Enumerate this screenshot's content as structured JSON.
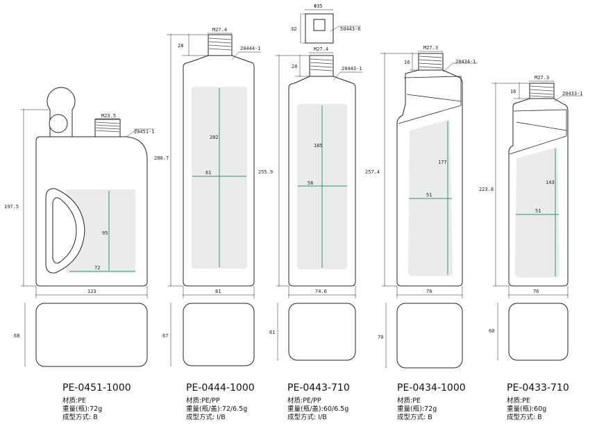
{
  "products": [
    {
      "code": "PE-0451-1000",
      "material": "材质:PE",
      "weight": "重量(瓶):72g",
      "method": "成型方式: B",
      "part": "20451-1",
      "neck": "M23.5",
      "dims": {
        "height": "197.5",
        "width": "123",
        "depth": "68",
        "label_h": "95",
        "label_w": "72"
      }
    },
    {
      "code": "PE-0444-1000",
      "material": "材质:PE/PP",
      "weight": "重量(瓶/盖):72/6.5g",
      "method": "成型方式: I/B",
      "part": "20444-1",
      "neck": "M27.4",
      "dims": {
        "neck_h": "28",
        "height": "280.7",
        "width": "81",
        "depth": "67",
        "label_h": "202",
        "label_w": "61"
      }
    },
    {
      "code": "PE-0443-710",
      "material": "材质:PE/PP",
      "weight": "重量(瓶/盖):60/6.5g",
      "method": "成型方式: I/B",
      "part": "20443-1",
      "neck": "M27.4",
      "cap": {
        "dia": "Φ35",
        "height": "32",
        "part": "50443-6"
      },
      "dims": {
        "neck_h": "28",
        "height": "255.9",
        "width": "74.6",
        "depth": "61",
        "label_h": "185",
        "label_w": "56"
      }
    },
    {
      "code": "PE-0434-1000",
      "material": "材质:PE",
      "weight": "重量(瓶):72g",
      "method": "成型方式: B",
      "part": "20434-1",
      "neck": "M27.3",
      "dims": {
        "neck_h": "16",
        "height": "257.4",
        "width": "76",
        "depth": "70",
        "label_h": "177",
        "label_w": "51"
      }
    },
    {
      "code": "PE-0433-710",
      "material": "材质:PE",
      "weight": "重量(瓶):60g",
      "method": "成型方式: B",
      "part": "20433-1",
      "neck": "M27.3",
      "dims": {
        "neck_h": "16",
        "height": "223.8",
        "width": "76",
        "depth": "60",
        "label_h": "143",
        "label_w": "51"
      }
    }
  ]
}
